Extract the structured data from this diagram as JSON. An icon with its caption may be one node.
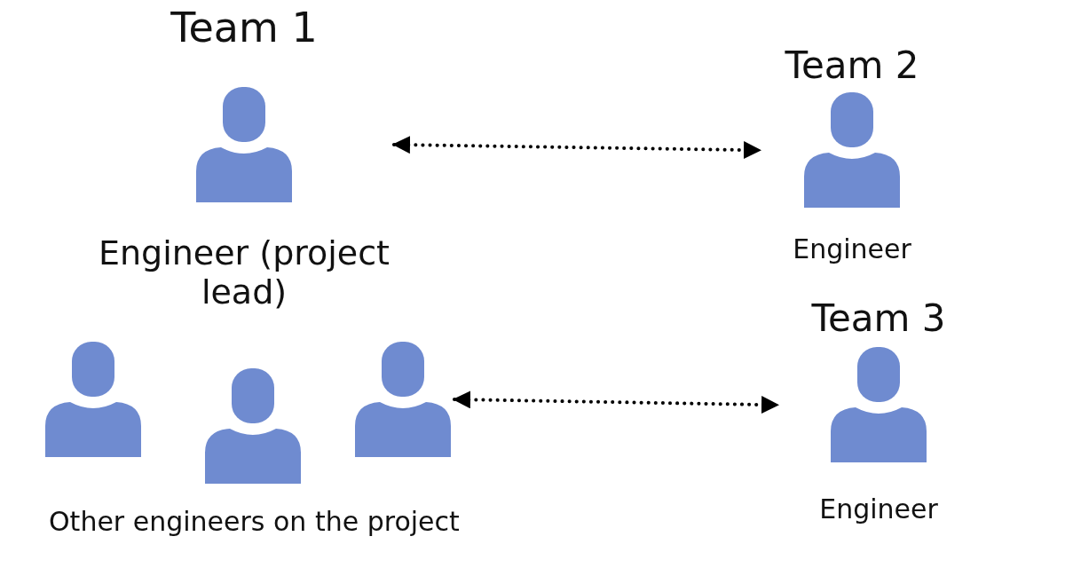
{
  "diagram": {
    "nodes": [
      {
        "text": [
          "Team 1",
          "Engineer (project lead)"
        ]
      },
      {
        "text": [
          "Team 2",
          "Engineer"
        ]
      },
      {
        "text": [],
        "shape": "person"
      },
      {
        "text": [],
        "shape": "person"
      },
      {
        "text": [],
        "shape": "person"
      },
      {
        "text": [
          "Team 3",
          "Engineer"
        ]
      }
    ],
    "edges": [
      {
        "from": 0,
        "to": 1,
        "arrow": "both",
        "style": "dashed"
      },
      {
        "from": 4,
        "to": 5,
        "arrow": "both",
        "style": "dashed"
      }
    ],
    "labels": [
      "Other engineers on the project"
    ]
  }
}
